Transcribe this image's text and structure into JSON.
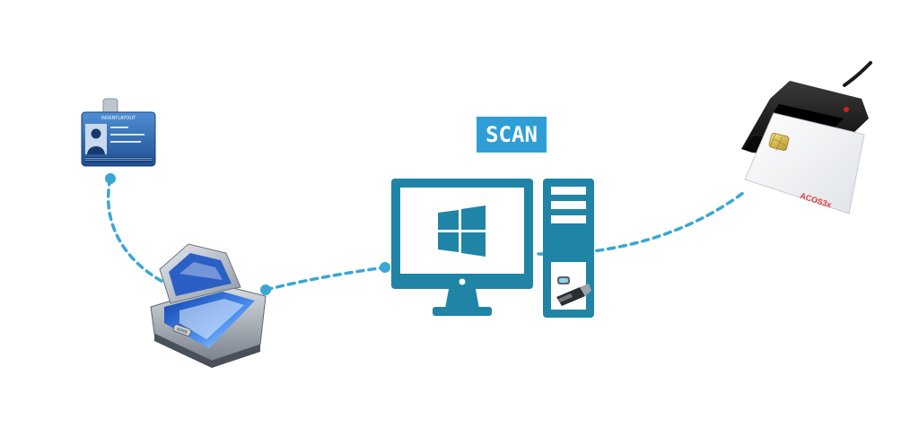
{
  "diagram": {
    "badge_label": "SCAN",
    "colors": {
      "accent": "#2e9fd6",
      "computer": "#1f84a6",
      "connector": "#3aa6d6",
      "card_blue": "#2d6db5",
      "reader_body": "#1c1c1c"
    },
    "id_card": {
      "header_text": "INVENTLAYOUT",
      "icon": "id-badge-icon"
    },
    "scanner": {
      "icon": "flatbed-scanner-icon",
      "button_text": "0000"
    },
    "computer": {
      "icon": "desktop-computer-icon",
      "os_logo": "windows-logo-icon",
      "usb_icon": "usb-dongle-icon"
    },
    "card_reader": {
      "icon": "smart-card-reader-icon",
      "card_brand": "ACOS3x"
    }
  }
}
